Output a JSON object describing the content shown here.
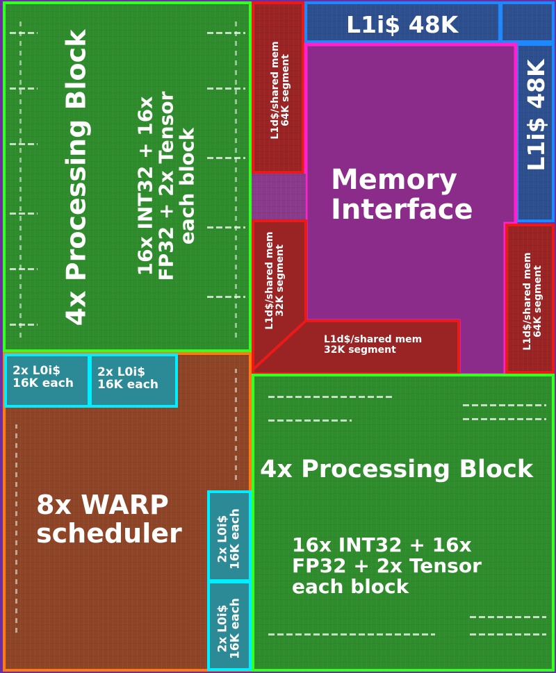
{
  "labels": {
    "pb_left_title": "4x Processing Block",
    "pb_left_detail": "16x INT32 + 16x\nFP32 + 2x Tensor\neach block",
    "pb_right_title": "4x Processing Block",
    "pb_right_detail": "16x INT32 + 16x\nFP32 + 2x Tensor\neach block",
    "memory_interface": "Memory\nInterface",
    "l1i_top": "L1i$ 48K",
    "l1i_right": "L1i$ 48K",
    "l1d_64k_left": "L1d$/shared mem\n64K segment",
    "l1d_32k_left": "L1d$/shared mem\n32K segment",
    "l1d_32k_bottom": "L1d$/shared mem\n32K segment",
    "l1d_64k_right": "L1d$/shared mem\n64K segment",
    "l0i_a": "2x L0i$\n16K each",
    "l0i_b": "2x L0i$\n16K each",
    "l0i_c": "2x L0i$\n16K each",
    "l0i_d": "2x L0i$\n16K each",
    "warp_scheduler": "8x WARP\nscheduler"
  },
  "colors": {
    "processing_block": "#33ff22",
    "warp_scheduler": "#ff7a10",
    "memory_interface": "#ff22cc",
    "l1d_shared_mem": "#e81a1a",
    "l1i_cache": "#1e88ff",
    "l0i_cache": "#00eeff"
  }
}
